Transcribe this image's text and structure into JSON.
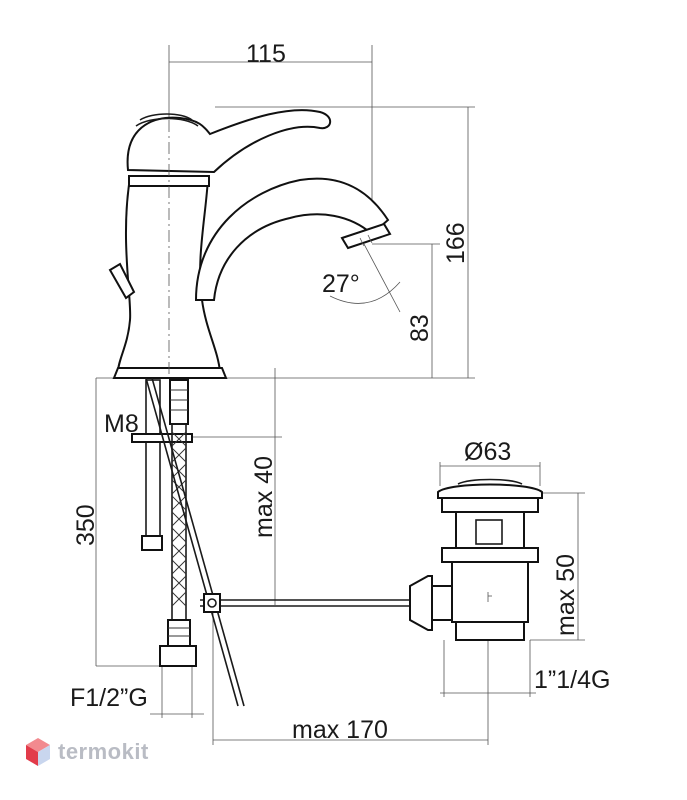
{
  "brand": {
    "name": "termokit",
    "icon": "cube-logo-icon",
    "accent": "#e23b4a"
  },
  "dimensions": {
    "width_top": "115",
    "height_total": "166",
    "spout_angle": "27°",
    "spout_height": "83",
    "rod_thread": "M8",
    "hose_length": "350",
    "rod_max": "max 40",
    "drain_diameter": "Ø63",
    "drain_max": "max 50",
    "drain_thread": "1”1/4G",
    "hose_thread": "F1/2”G",
    "rod_reach": "max 170"
  }
}
